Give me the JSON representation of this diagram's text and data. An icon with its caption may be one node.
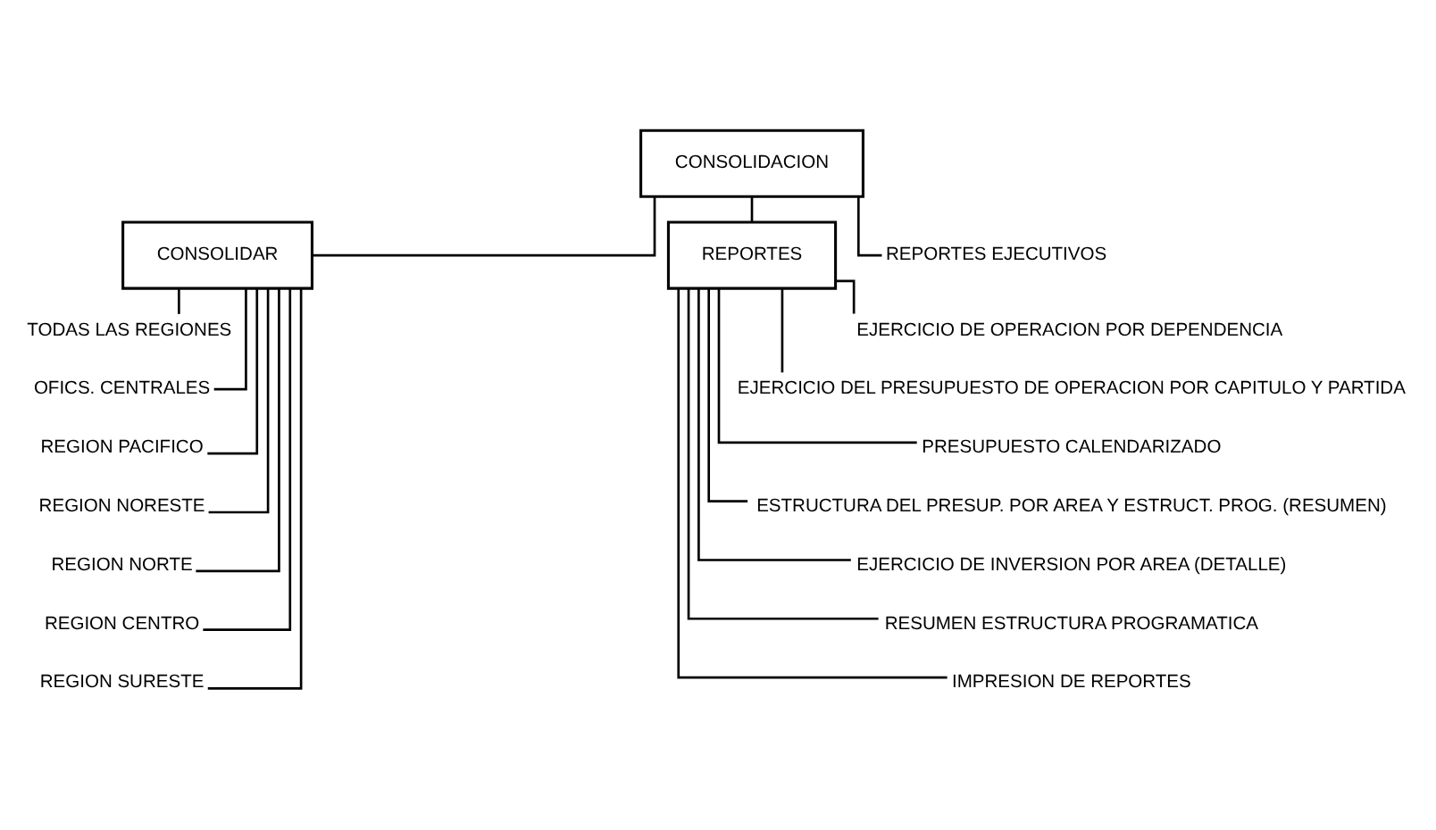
{
  "diagram": {
    "nodes": [
      {
        "text": [
          "CONSOLIDACION"
        ]
      },
      {
        "text": [
          "CONSOLIDAR"
        ]
      },
      {
        "text": [
          "REPORTES"
        ]
      },
      {
        "text": [
          "REPORTES EJECUTIVOS"
        ]
      },
      {
        "text": [
          "TODAS LAS REGIONES"
        ]
      },
      {
        "text": [
          "OFICS. CENTRALES"
        ]
      },
      {
        "text": [
          "REGION PACIFICO"
        ]
      },
      {
        "text": [
          "REGION NORESTE"
        ]
      },
      {
        "text": [
          "REGION NORTE"
        ]
      },
      {
        "text": [
          "REGION CENTRO"
        ]
      },
      {
        "text": [
          "REGION SURESTE"
        ]
      },
      {
        "text": [
          "EJERCICIO DE OPERACION POR DEPENDENCIA"
        ]
      },
      {
        "text": [
          "EJERCICIO DEL PRESUPUESTO DE OPERACION POR CAPITULO Y PARTIDA"
        ]
      },
      {
        "text": [
          "PRESUPUESTO CALENDARIZADO"
        ]
      },
      {
        "text": [
          "ESTRUCTURA DEL PRESUP. POR AREA Y ESTRUCT. PROG. (RESUMEN)"
        ]
      },
      {
        "text": [
          "EJERCICIO DE INVERSION POR AREA (DETALLE)"
        ]
      },
      {
        "text": [
          "RESUMEN ESTRUCTURA PROGRAMATICA"
        ]
      },
      {
        "text": [
          "IMPRESION DE REPORTES"
        ]
      }
    ],
    "edges": [
      {
        "from": 0,
        "to": 1,
        "arrow": "none"
      },
      {
        "from": 0,
        "to": 2,
        "arrow": "none"
      },
      {
        "from": 0,
        "to": 3,
        "arrow": "none"
      },
      {
        "from": 1,
        "to": 4,
        "arrow": "none"
      },
      {
        "from": 1,
        "to": 5,
        "arrow": "none"
      },
      {
        "from": 1,
        "to": 6,
        "arrow": "none"
      },
      {
        "from": 1,
        "to": 7,
        "arrow": "none"
      },
      {
        "from": 1,
        "to": 8,
        "arrow": "none"
      },
      {
        "from": 1,
        "to": 9,
        "arrow": "none"
      },
      {
        "from": 1,
        "to": 10,
        "arrow": "none"
      },
      {
        "from": 2,
        "to": 11,
        "arrow": "none"
      },
      {
        "from": 2,
        "to": 12,
        "arrow": "none"
      },
      {
        "from": 2,
        "to": 13,
        "arrow": "none"
      },
      {
        "from": 2,
        "to": 14,
        "arrow": "none"
      },
      {
        "from": 2,
        "to": 15,
        "arrow": "none"
      },
      {
        "from": 2,
        "to": 16,
        "arrow": "none"
      },
      {
        "from": 2,
        "to": 17,
        "arrow": "none"
      }
    ]
  }
}
